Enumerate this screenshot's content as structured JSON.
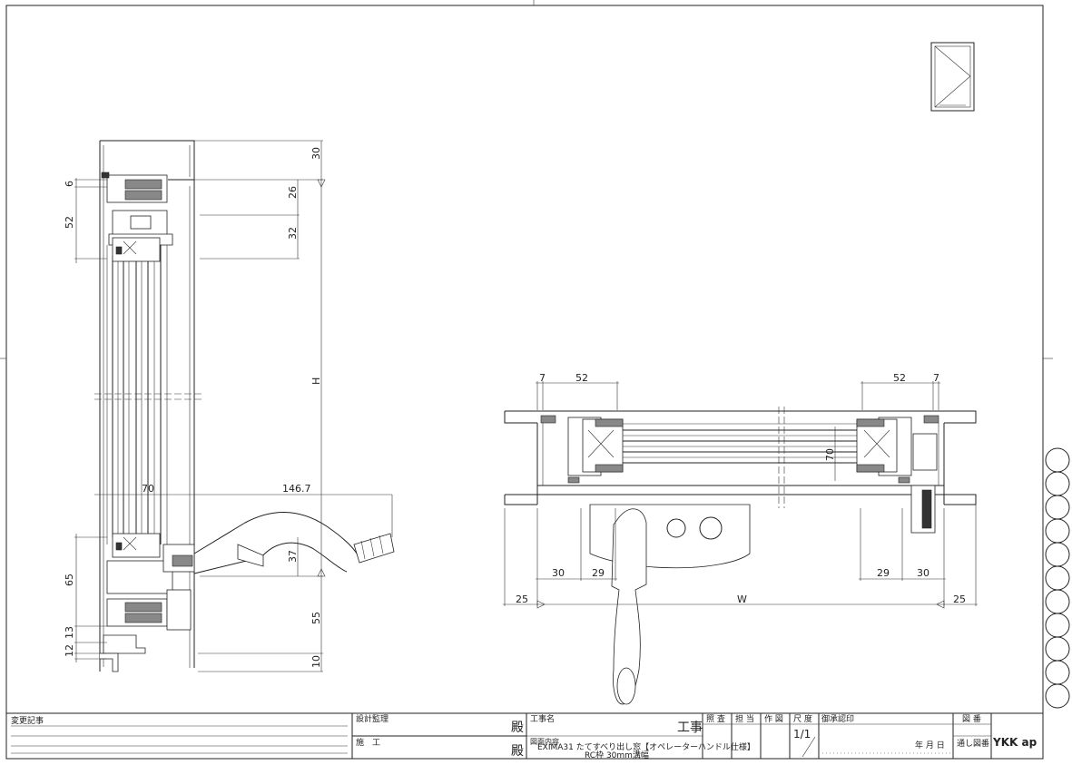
{
  "section_view": {
    "dims_vertical": [
      "30",
      "26",
      "32",
      "H",
      "37",
      "55",
      "10"
    ],
    "dims_left": [
      "6",
      "52",
      "65",
      "13",
      "12"
    ],
    "dim_70": "70",
    "dim_146": "146.7"
  },
  "plan_view": {
    "dims_top_left": [
      "7",
      "52"
    ],
    "dims_top_right": [
      "52",
      "7"
    ],
    "dim_70": "70",
    "dims_bottom_left": [
      "30",
      "29"
    ],
    "dims_bottom_right": [
      "29",
      "30"
    ],
    "dims_overall": [
      "25",
      "W",
      "25"
    ]
  },
  "title_block": {
    "change_record": "変更記事",
    "design_supervision": "設計監理",
    "construction": "施　工",
    "honorific_1": "殿",
    "honorific_2": "殿",
    "project_label": "工事名",
    "project_suffix": "工事",
    "drawing_label": "図面内容",
    "drawing_line1": "EXIMA31 たてすべり出し窓【オペレーターハンドル仕様】",
    "drawing_line2": "RC枠 30mm溝幅",
    "check": "照 査",
    "in_charge": "担 当",
    "drawn": "作 図",
    "scale_label": "尺 度",
    "scale_value": "1/1",
    "approval": "御承認印",
    "date": "年 月 日",
    "drawing_no": "図 番",
    "serial_no": "通し図番",
    "logo": "YKK ap"
  }
}
